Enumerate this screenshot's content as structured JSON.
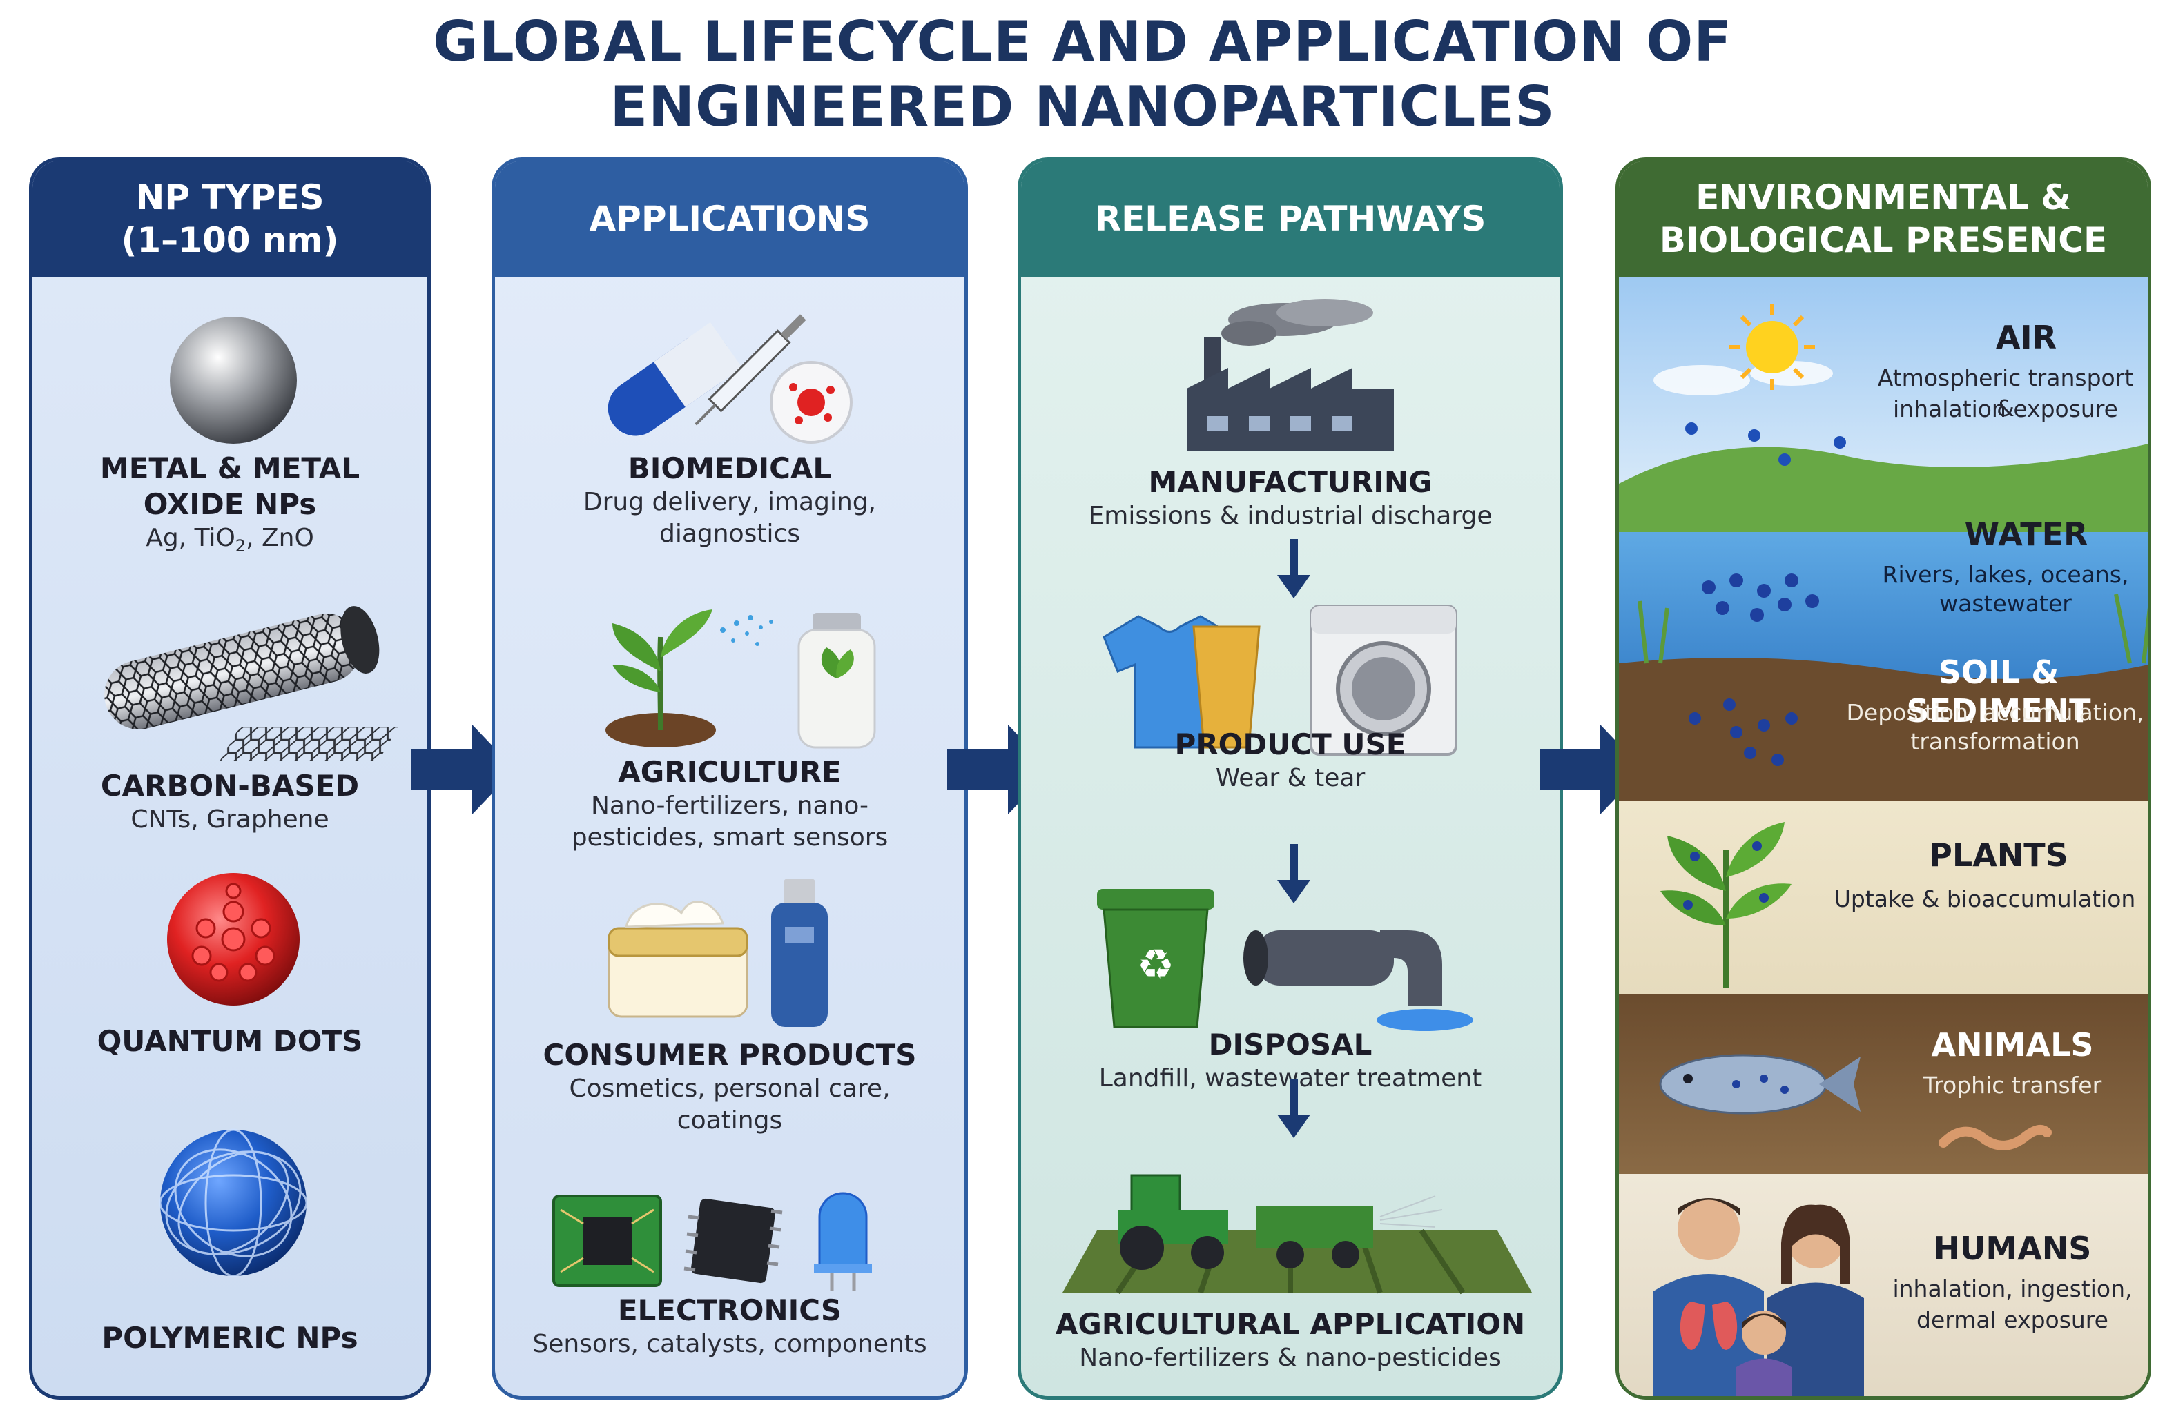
{
  "title": {
    "line1": "GLOBAL LIFECYCLE AND APPLICATION OF",
    "line2": "ENGINEERED NANOPARTICLES"
  },
  "colors": {
    "title": "#1c3460",
    "panel1_header": "#1b3a73",
    "panel2_header": "#2e5ea2",
    "panel3_header": "#2b7a78",
    "panel4_header": "#3f6b33",
    "arrow": "#1b3a73"
  },
  "np_types": {
    "header_line1": "NP TYPES",
    "header_line2": "(1–100 nm)",
    "items": [
      {
        "label_line1": "METAL & METAL",
        "label_line2": "OXIDE NPs",
        "desc_pre": "Ag, TiO",
        "desc_sub": "2",
        "desc_post": ", ZnO",
        "icon": "metal-sphere-icon"
      },
      {
        "label": "CARBON-BASED",
        "desc": "CNTs, Graphene",
        "icon": "carbon-nanotube-icon"
      },
      {
        "label": "QUANTUM DOTS",
        "icon": "quantum-dot-icon"
      },
      {
        "label": "POLYMERIC NPs",
        "icon": "polymer-sphere-icon"
      }
    ]
  },
  "applications": {
    "header": "APPLICATIONS",
    "items": [
      {
        "label": "BIOMEDICAL",
        "desc_line1": "Drug delivery, imaging,",
        "desc_line2": "diagnostics",
        "icon": "capsule-syringe-icon"
      },
      {
        "label": "AGRICULTURE",
        "desc_line1": "Nano-fertilizers, nano-",
        "desc_line2": "pesticides, smart sensors",
        "icon": "plant-spray-icon"
      },
      {
        "label": "CONSUMER PRODUCTS",
        "desc_line1": "Cosmetics, personal care,",
        "desc_line2": "coatings",
        "icon": "cosmetics-icon"
      },
      {
        "label": "ELECTRONICS",
        "desc_line1": "Sensors, catalysts, components",
        "icon": "chip-led-icon"
      }
    ]
  },
  "release": {
    "header": "RELEASE PATHWAYS",
    "items": [
      {
        "label": "MANUFACTURING",
        "desc": "Emissions & industrial discharge",
        "icon": "factory-icon"
      },
      {
        "label": "PRODUCT USE",
        "desc": "Wear & tear",
        "icon": "products-icon"
      },
      {
        "label": "DISPOSAL",
        "desc": "Landfill, wastewater treatment",
        "icon": "bin-pipe-icon"
      },
      {
        "label": "AGRICULTURAL APPLICATION",
        "desc": "Nano-fertilizers & nano-pesticides",
        "icon": "tractor-icon"
      }
    ]
  },
  "presence": {
    "header_line1": "ENVIRONMENTAL &",
    "header_line2": "BIOLOGICAL PRESENCE",
    "zones": [
      {
        "label": "AIR",
        "desc_line1": "Atmospheric transport &",
        "desc_line2": "inhalation exposure"
      },
      {
        "label": "WATER",
        "desc_line1": "Rivers, lakes, oceans,",
        "desc_line2": "wastewater"
      },
      {
        "label": "SOIL & SEDIMENT",
        "desc_line1": "Deposition, accumulation,",
        "desc_line2": "transformation"
      },
      {
        "label": "PLANTS",
        "desc_line1": "Uptake & bioaccumulation"
      },
      {
        "label": "ANIMALS",
        "desc_line1": "Trophic transfer"
      },
      {
        "label": "HUMANS",
        "desc_line1": "inhalation, ingestion,",
        "desc_line2": "dermal exposure"
      }
    ]
  }
}
